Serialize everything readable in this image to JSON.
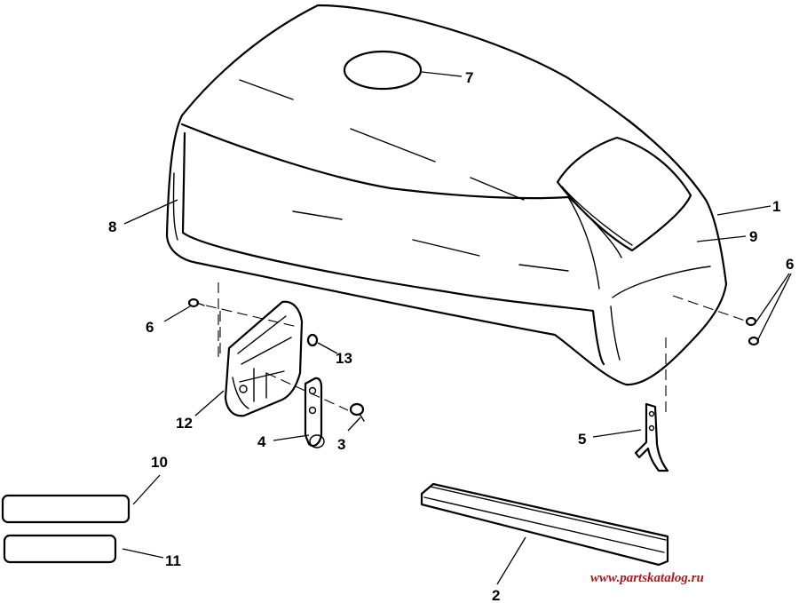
{
  "callouts": {
    "c1": "1",
    "c2": "2",
    "c3": "3",
    "c4": "4",
    "c5": "5",
    "c6a": "6",
    "c6b": "6",
    "c7": "7",
    "c8": "8",
    "c9": "9",
    "c10": "10",
    "c11": "11",
    "c12": "12",
    "c13": "13"
  },
  "watermark": "www.partskatalog.ru",
  "colors": {
    "line": "#000000",
    "watermark": "#b01818",
    "background": "#ffffff"
  }
}
